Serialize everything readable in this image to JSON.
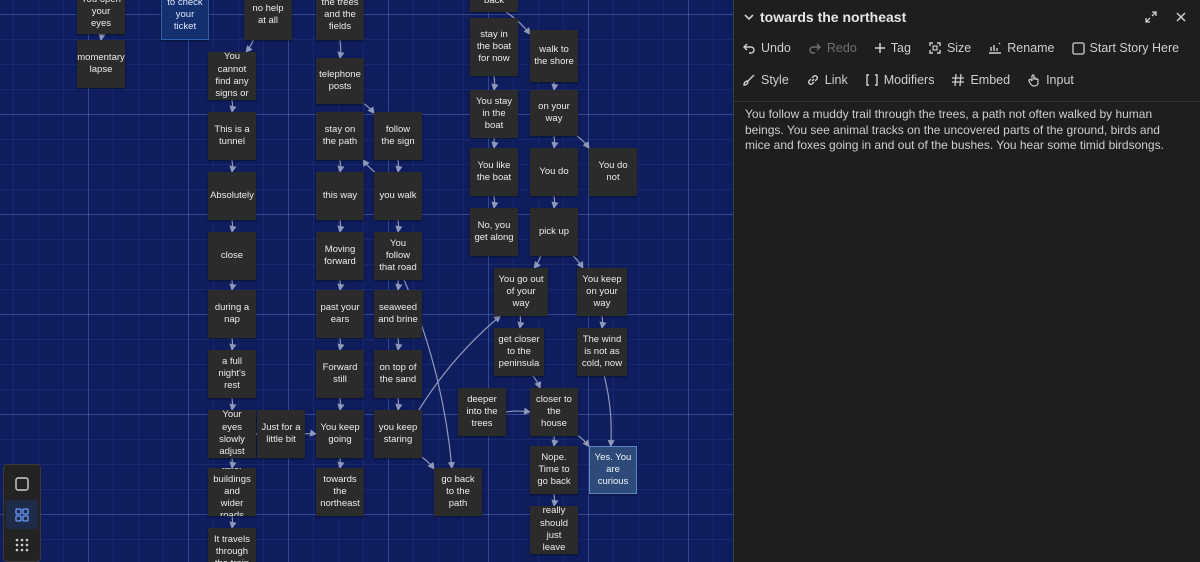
{
  "passages": [
    {
      "id": "p1",
      "text": "You open your eyes",
      "style": "normal"
    },
    {
      "id": "p2",
      "text": "to check your ticket",
      "style": "highlight"
    },
    {
      "id": "p3",
      "text": "no help at all",
      "style": "normal"
    },
    {
      "id": "p4",
      "text": "the trees and the fields",
      "style": "normal"
    },
    {
      "id": "p5",
      "text": "back",
      "style": "normal"
    },
    {
      "id": "p6",
      "text": "momentary lapse",
      "style": "normal"
    },
    {
      "id": "p7",
      "text": "You cannot find any signs or",
      "style": "normal"
    },
    {
      "id": "p8",
      "text": "telephone posts",
      "style": "normal"
    },
    {
      "id": "p9",
      "text": "stay in the boat for now",
      "style": "normal"
    },
    {
      "id": "p10",
      "text": "walk to the shore",
      "style": "normal"
    },
    {
      "id": "p11",
      "text": "You stay in the boat",
      "style": "normal"
    },
    {
      "id": "p12",
      "text": "on your way",
      "style": "normal"
    },
    {
      "id": "p13",
      "text": "This is a tunnel",
      "style": "normal"
    },
    {
      "id": "p14",
      "text": "stay on the path",
      "style": "normal"
    },
    {
      "id": "p15",
      "text": "follow the sign",
      "style": "normal"
    },
    {
      "id": "p16",
      "text": "You like the boat",
      "style": "normal"
    },
    {
      "id": "p17",
      "text": "You do",
      "style": "normal"
    },
    {
      "id": "p18",
      "text": "You do not",
      "style": "normal"
    },
    {
      "id": "p19",
      "text": "Absolutely",
      "style": "normal"
    },
    {
      "id": "p20",
      "text": "this way",
      "style": "normal"
    },
    {
      "id": "p21",
      "text": "you walk",
      "style": "normal"
    },
    {
      "id": "p22",
      "text": "No, you get along",
      "style": "normal"
    },
    {
      "id": "p23",
      "text": "pick up",
      "style": "normal"
    },
    {
      "id": "p24",
      "text": "close",
      "style": "normal"
    },
    {
      "id": "p25",
      "text": "Moving forward",
      "style": "normal"
    },
    {
      "id": "p26",
      "text": "You follow that road",
      "style": "normal"
    },
    {
      "id": "p27",
      "text": "You go out of your way",
      "style": "normal"
    },
    {
      "id": "p28",
      "text": "You keep on your way",
      "style": "normal"
    },
    {
      "id": "p29",
      "text": "during a nap",
      "style": "normal"
    },
    {
      "id": "p30",
      "text": "past your ears",
      "style": "normal"
    },
    {
      "id": "p31",
      "text": "seaweed and brine",
      "style": "normal"
    },
    {
      "id": "p32",
      "text": "get closer to the peninsula",
      "style": "normal"
    },
    {
      "id": "p33",
      "text": "The wind is not as cold, now",
      "style": "normal"
    },
    {
      "id": "p34",
      "text": "a full night's rest",
      "style": "normal"
    },
    {
      "id": "p35",
      "text": "Forward still",
      "style": "normal"
    },
    {
      "id": "p36",
      "text": "on top of the sand",
      "style": "normal"
    },
    {
      "id": "p37",
      "text": "deeper into the trees",
      "style": "normal"
    },
    {
      "id": "p38",
      "text": "closer to the house",
      "style": "normal"
    },
    {
      "id": "p39",
      "text": "Your eyes slowly adjust",
      "style": "normal"
    },
    {
      "id": "p40",
      "text": "Just for a little bit",
      "style": "normal"
    },
    {
      "id": "p41",
      "text": "You keep going",
      "style": "normal"
    },
    {
      "id": "p42",
      "text": "you keep staring",
      "style": "normal"
    },
    {
      "id": "p43",
      "text": "Nope. Time to go back",
      "style": "normal"
    },
    {
      "id": "p44",
      "text": "Yes. You are curious",
      "style": "sel"
    },
    {
      "id": "p45",
      "text": "taller buildings and wider roads",
      "style": "normal"
    },
    {
      "id": "p46",
      "text": "towards the northeast",
      "style": "normal"
    },
    {
      "id": "p47",
      "text": "go back to the path",
      "style": "normal"
    },
    {
      "id": "p48",
      "text": "really should just leave",
      "style": "normal"
    },
    {
      "id": "p49",
      "text": "It travels through the train",
      "style": "normal"
    }
  ],
  "dock": {
    "buttons": [
      {
        "name": "passage-view-icon"
      },
      {
        "name": "structure-view-icon",
        "active": true
      },
      {
        "name": "titles-view-icon"
      }
    ]
  },
  "panel": {
    "title": "towards the northeast",
    "toolbar_row1": [
      {
        "label": "Undo",
        "icon": "undo-icon",
        "enabled": true
      },
      {
        "label": "Redo",
        "icon": "redo-icon",
        "enabled": false
      },
      {
        "label": "Tag",
        "icon": "plus-icon",
        "enabled": true
      },
      {
        "label": "Size",
        "icon": "size-icon",
        "enabled": true
      },
      {
        "label": "Rename",
        "icon": "rename-icon",
        "enabled": true
      },
      {
        "label": "Start Story Here",
        "icon": "checkbox-icon",
        "enabled": true
      }
    ],
    "toolbar_row2": [
      {
        "label": "Style",
        "icon": "brush-icon",
        "enabled": true
      },
      {
        "label": "Link",
        "icon": "link-icon",
        "enabled": true
      },
      {
        "label": "Modifiers",
        "icon": "brackets-icon",
        "enabled": true
      },
      {
        "label": "Embed",
        "icon": "hash-icon",
        "enabled": true
      },
      {
        "label": "Input",
        "icon": "hand-icon",
        "enabled": true
      }
    ],
    "text": "You follow a muddy trail through the trees, a path not often walked by human beings. You see animal tracks on the uncovered parts of the ground, birds and mice and foxes going in and out of the bushes. You hear some timid birdsongs."
  },
  "colors": {
    "canvas_bg": "#0f1d5e",
    "card_bg": "#2b2b2b",
    "panel_bg": "#1e1e1e",
    "highlight": "#15306f",
    "selected": "#2d4a78"
  }
}
